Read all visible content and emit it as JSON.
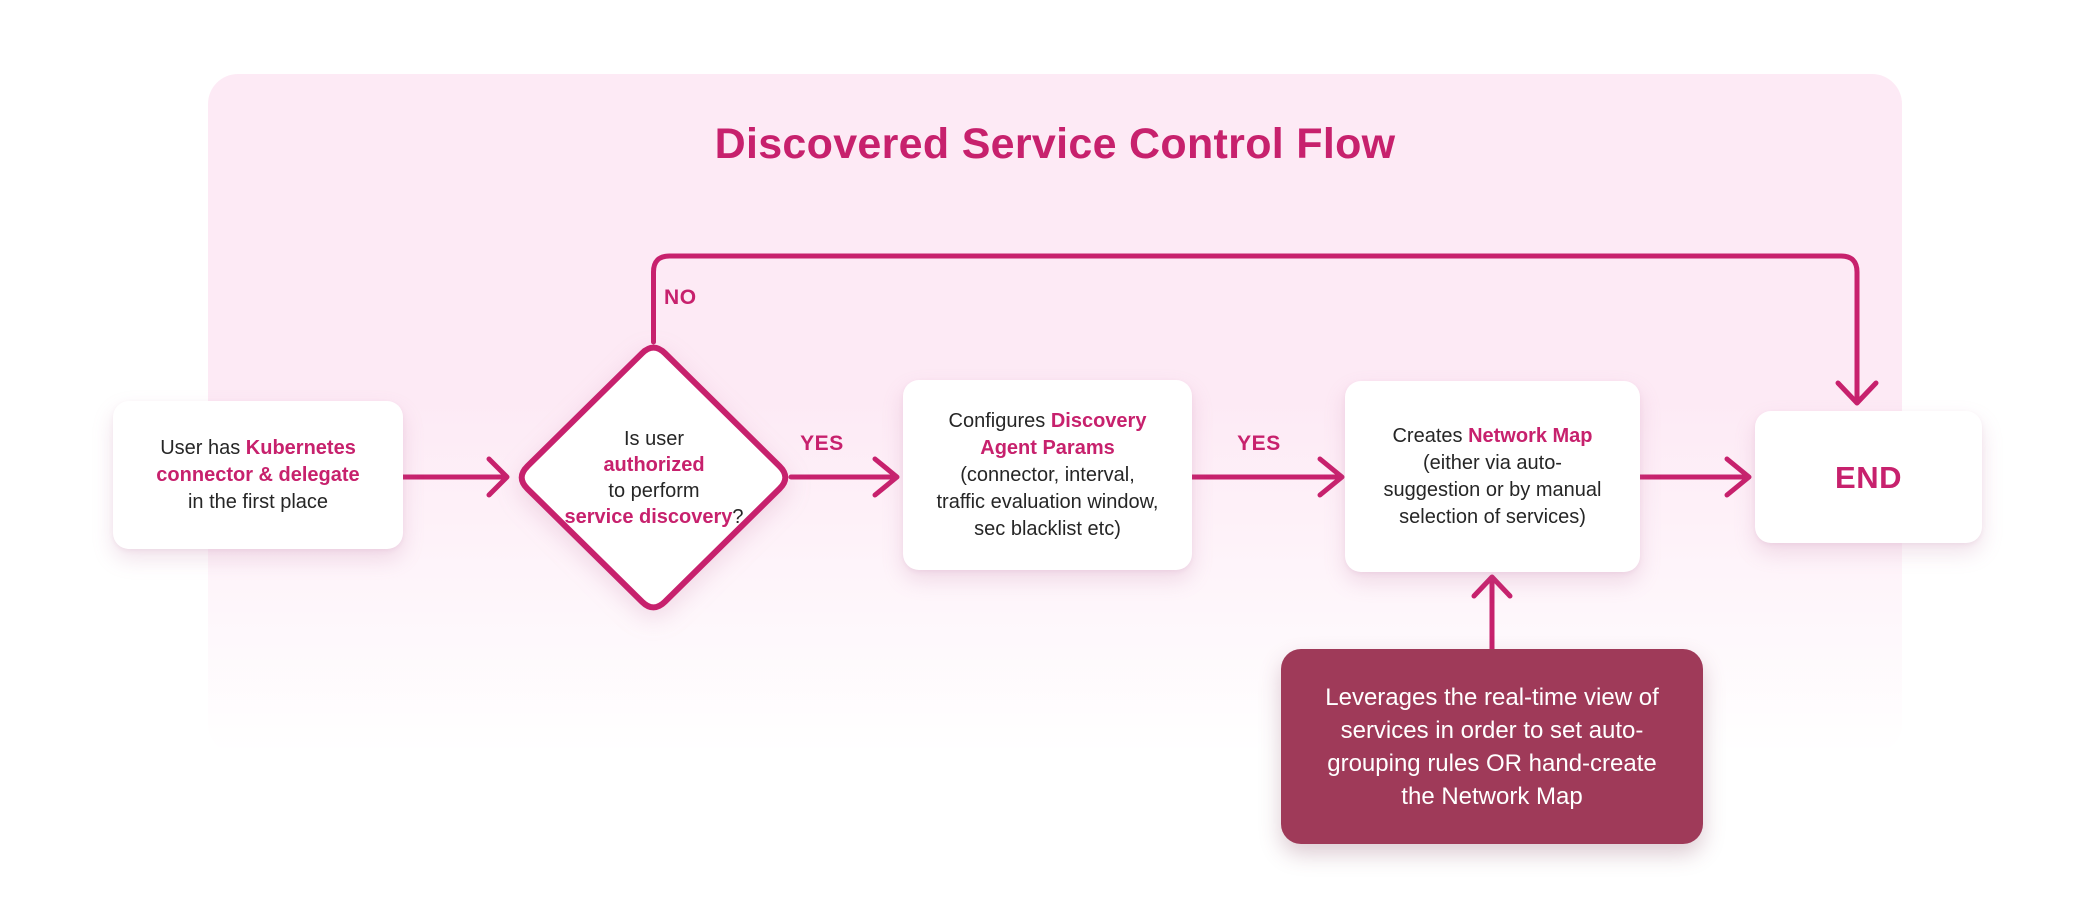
{
  "title": "Discovered Service Control Flow",
  "colors": {
    "accent": "#c7216d",
    "panel_pink": "#fdeaf5",
    "note_maroon": "#9f3a59",
    "node_text": "#262626"
  },
  "edges": {
    "yes_1": "YES",
    "yes_2": "YES",
    "no": "NO"
  },
  "nodes": {
    "start": {
      "lines": [
        [
          {
            "t": "User has ",
            "e": false
          },
          {
            "t": "Kubernetes",
            "e": true
          }
        ],
        [
          {
            "t": "connector & delegate",
            "e": true
          }
        ],
        [
          {
            "t": "in the first place",
            "e": false
          }
        ]
      ]
    },
    "decision": {
      "lines": [
        [
          {
            "t": "Is user",
            "e": false
          }
        ],
        [
          {
            "t": "authorized",
            "e": true
          }
        ],
        [
          {
            "t": "to perform",
            "e": false
          }
        ],
        [
          {
            "t": "service discovery",
            "e": true
          },
          {
            "t": "?",
            "e": false
          }
        ]
      ]
    },
    "configure": {
      "lines": [
        [
          {
            "t": "Configures ",
            "e": false
          },
          {
            "t": "Discovery",
            "e": true
          }
        ],
        [
          {
            "t": "Agent Params",
            "e": true
          }
        ],
        [
          {
            "t": "(connector, interval,",
            "e": false
          }
        ],
        [
          {
            "t": "traffic evaluation window,",
            "e": false
          }
        ],
        [
          {
            "t": "sec blacklist etc)",
            "e": false
          }
        ]
      ]
    },
    "network_map": {
      "lines": [
        [
          {
            "t": "Creates ",
            "e": false
          },
          {
            "t": "Network Map",
            "e": true
          }
        ],
        [
          {
            "t": "(either via auto-",
            "e": false
          }
        ],
        [
          {
            "t": "suggestion or by manual",
            "e": false
          }
        ],
        [
          {
            "t": "selection of services)",
            "e": false
          }
        ]
      ]
    },
    "end": {
      "label": "END"
    },
    "note": {
      "lines": [
        "Leverages the real-time view of",
        "services in order to set auto-",
        "grouping rules OR hand-create",
        "the Network Map"
      ]
    }
  }
}
